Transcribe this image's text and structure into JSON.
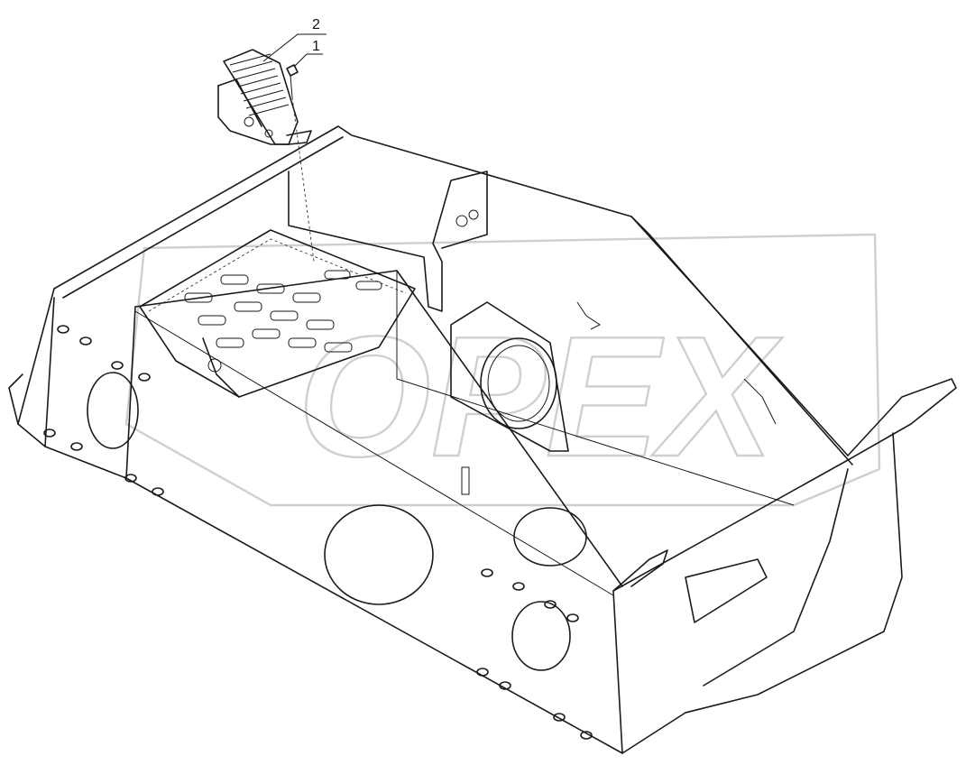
{
  "watermark": {
    "text": "OPEX"
  },
  "callouts": [
    {
      "id": "1",
      "label": "1"
    },
    {
      "id": "2",
      "label": "2"
    }
  ],
  "colors": {
    "line": "#1a1a1a",
    "watermark": "#cfcfcf",
    "background": "#ffffff"
  }
}
